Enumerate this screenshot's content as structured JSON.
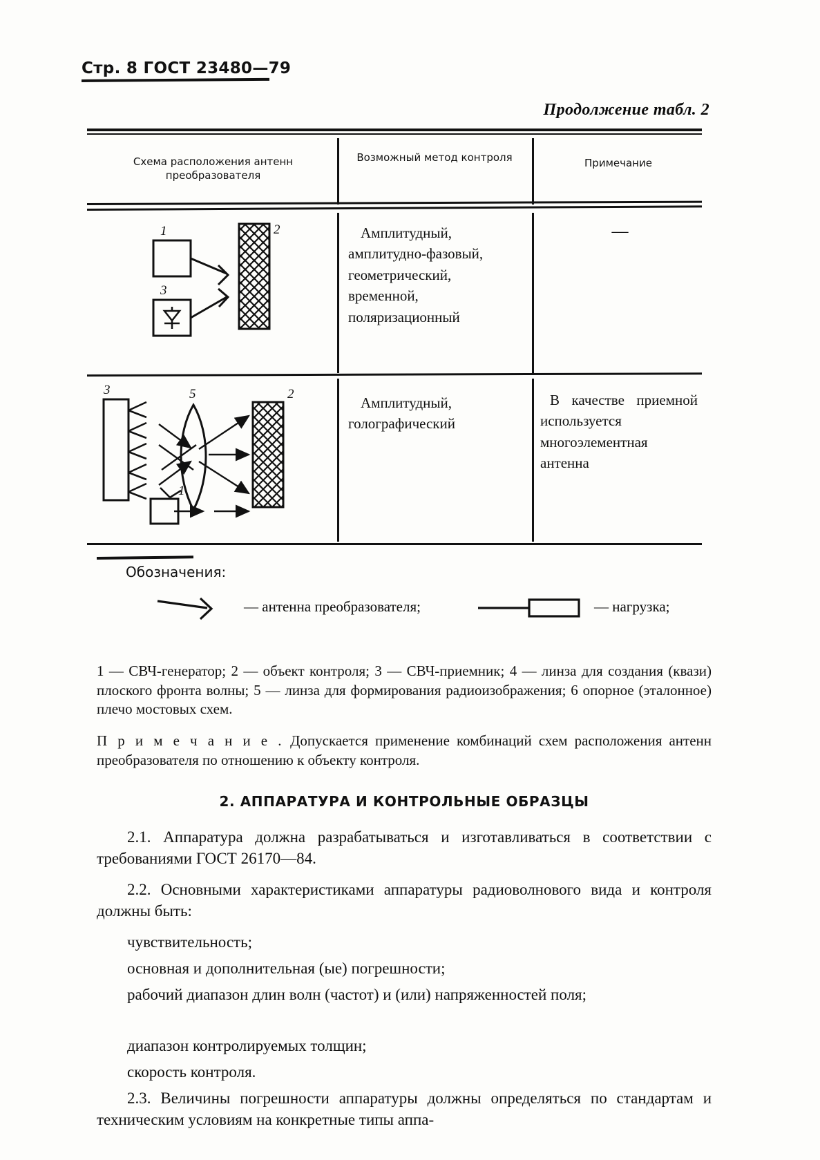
{
  "header": {
    "page_label": "Стр. 8 ГОСТ 23480—79",
    "continuation": "Продолжение табл. 2"
  },
  "table": {
    "columns": [
      "Схема расположения антенн преобразователя",
      "Возможный метод контроля",
      "Примечание"
    ],
    "rows": [
      {
        "scheme_labels": [
          "1",
          "2",
          "3"
        ],
        "method": "Амплитудный, амплитудно-фазовый, геометрический, временной, поляризационный",
        "note": "—"
      },
      {
        "scheme_labels": [
          "3",
          "5",
          "2",
          "1"
        ],
        "method": "Амплитудный, голографический",
        "note": "В качестве приемной используется многоэлементная антенна"
      }
    ]
  },
  "legend": {
    "title": "Обозначения:",
    "symbols": [
      {
        "icon": "antenna-symbol",
        "label": "— антенна преобразователя;"
      },
      {
        "icon": "load-symbol",
        "label": "— нагрузка;"
      }
    ],
    "items_text": "1 — СВЧ-генератор; 2 — объект контроля; 3 — СВЧ-приемник; 4 — линза для создания (квази) плоского фронта волны; 5 — линза для формирования радиоизображения; 6 опорное (эталонное) плечо мостовых схем.",
    "items": [
      {
        "num": "1",
        "text": "СВЧ-генератор"
      },
      {
        "num": "2",
        "text": "объект контроля"
      },
      {
        "num": "3",
        "text": "СВЧ-приемник"
      },
      {
        "num": "4",
        "text": "линза для создания (квази) плоского фронта волны"
      },
      {
        "num": "5",
        "text": "линза для формирования радиоизображения"
      },
      {
        "num": "6",
        "text": "опорное (эталонное) плечо мостовых схем."
      }
    ]
  },
  "note": {
    "label": "П р и м е ч а н и е .",
    "text": "Допускается применение комбинаций схем расположения антенн преобразователя по отношению к объекту контроля."
  },
  "section": {
    "heading": "2. АППАРАТУРА И КОНТРОЛЬНЫЕ ОБРАЗЦЫ",
    "clauses": [
      "2.1. Аппаратура должна разрабатываться и изготавливаться в соответствии с требованиями ГОСТ 26170—84.",
      "2.2. Основными характеристиками аппаратуры радиоволнового вида и контроля должны быть:",
      "чувствительность;",
      "основная и дополнительная (ые) погрешности;",
      "рабочий диапазон длин волн (частот) и (или) напряженностей поля;",
      "диапазон контролируемых толщин;",
      "скорость контроля.",
      "2.3. Величины погрешности аппаратуры должны определяться по стандартам и техническим условиям на конкретные типы аппа-"
    ]
  },
  "colors": {
    "ink": "#111111",
    "paper": "#fdfdfb"
  }
}
